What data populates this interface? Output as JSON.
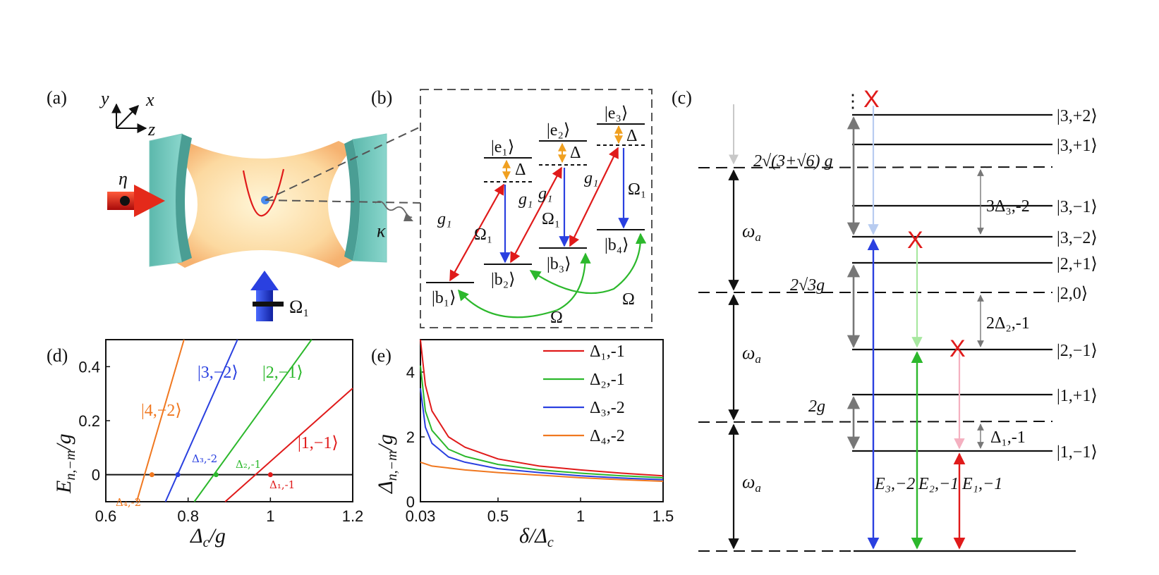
{
  "panels": {
    "a": "(a)",
    "b": "(b)",
    "c": "(c)",
    "d": "(d)",
    "e": "(e)"
  },
  "panel_a": {
    "axis_y": "y",
    "axis_x": "x",
    "axis_z": "z",
    "eta": "η",
    "kappa": "κ",
    "omega1": "Ω₁"
  },
  "panel_b": {
    "e1": "|e₁⟩",
    "e2": "|e₂⟩",
    "e3": "|e₃⟩",
    "b1": "|b₁⟩",
    "b2": "|b₂⟩",
    "b3": "|b₃⟩",
    "b4": "|b₄⟩",
    "g1": "g₁",
    "omega1": "Ω₁",
    "delta": "Δ",
    "omega": "Ω"
  },
  "panel_c": {
    "levels": [
      "|3,+2⟩",
      "|3,+1⟩",
      "|3,−1⟩",
      "|3,−2⟩",
      "|2,+1⟩",
      "|2,0⟩",
      "|2,−1⟩",
      "|1,+1⟩",
      "|1,−1⟩"
    ],
    "omega_a": "ω",
    "omega_a_sub": "a",
    "split_3": "2√(3+√6) g",
    "split_2": "2√3g",
    "split_1": "2g",
    "delta_3": "3Δ₃,-2",
    "delta_2": "2Δ₂,-1",
    "delta_1": "Δ₁,-1",
    "E3": "E₃,−2",
    "E2": "E₂,−1",
    "E1": "E₁,−1",
    "blocked": "X"
  },
  "chart_data": [
    {
      "type": "line",
      "panel": "d",
      "xlabel": "Δc/g",
      "ylabel": "En,−m/g",
      "xlim": [
        0.6,
        1.2
      ],
      "ylim": [
        -0.1,
        0.5
      ],
      "xticks": [
        "0.6",
        "0.8",
        "1",
        "1.2"
      ],
      "yticks": [
        "0",
        "0.2",
        "0.4"
      ],
      "series": [
        {
          "name": "|4,−2⟩",
          "color": "#f07820",
          "x": [
            0.675,
            0.79
          ],
          "y": [
            -0.1,
            0.5
          ],
          "zero": "Δ4,-2",
          "zero_x": 0.712
        },
        {
          "name": "|3,−2⟩",
          "color": "#2a40e0",
          "x": [
            0.745,
            0.92
          ],
          "y": [
            -0.1,
            0.5
          ],
          "zero": "Δ3,-2",
          "zero_x": 0.775
        },
        {
          "name": "|2,−1⟩",
          "color": "#2cb82c",
          "x": [
            0.815,
            1.1
          ],
          "y": [
            -0.1,
            0.5
          ],
          "zero": "Δ2,-1",
          "zero_x": 0.868
        },
        {
          "name": "|1,−1⟩",
          "color": "#e01a1a",
          "x": [
            0.89,
            1.2
          ],
          "y": [
            -0.1,
            0.32
          ],
          "zero": "Δ1,-1",
          "zero_x": 1.0
        }
      ]
    },
    {
      "type": "line",
      "panel": "e",
      "xlabel": "δ/Δc",
      "ylabel": "Δn,−m/g",
      "xlim": [
        0.03,
        1.5
      ],
      "ylim": [
        0,
        5
      ],
      "xticks": [
        "0.03",
        "0.5",
        "1",
        "1.5"
      ],
      "yticks": [
        "0",
        "2",
        "4"
      ],
      "series": [
        {
          "name": "Δ1,-1",
          "color": "#e01a1a",
          "x": [
            0.03,
            0.06,
            0.1,
            0.2,
            0.3,
            0.5,
            0.75,
            1.0,
            1.25,
            1.5
          ],
          "y": [
            5.0,
            3.6,
            2.8,
            2.0,
            1.68,
            1.32,
            1.1,
            0.98,
            0.88,
            0.8
          ]
        },
        {
          "name": "Δ2,-1",
          "color": "#2cb82c",
          "x": [
            0.03,
            0.06,
            0.1,
            0.2,
            0.3,
            0.5,
            0.75,
            1.0,
            1.25,
            1.5
          ],
          "y": [
            4.2,
            2.8,
            2.2,
            1.62,
            1.4,
            1.15,
            0.98,
            0.88,
            0.8,
            0.74
          ]
        },
        {
          "name": "Δ3,-2",
          "color": "#2a40e0",
          "x": [
            0.03,
            0.06,
            0.1,
            0.2,
            0.3,
            0.5,
            0.75,
            1.0,
            1.25,
            1.5
          ],
          "y": [
            3.5,
            2.3,
            1.8,
            1.38,
            1.22,
            1.02,
            0.9,
            0.8,
            0.73,
            0.68
          ]
        },
        {
          "name": "Δ4,-2",
          "color": "#f07820",
          "x": [
            0.03,
            0.1,
            0.3,
            0.5,
            0.75,
            1.0,
            1.25,
            1.5
          ],
          "y": [
            1.22,
            1.1,
            0.98,
            0.9,
            0.82,
            0.74,
            0.68,
            0.63
          ]
        }
      ]
    }
  ],
  "legend_e": [
    "Δ₁,-1",
    "Δ₂,-1",
    "Δ₃,-2",
    "Δ₄,-2"
  ],
  "labels_d": {
    "s4": "|4,−2⟩",
    "s3": "|3,−2⟩",
    "s2": "|2,−1⟩",
    "s1": "|1,−1⟩",
    "z4": "Δ₄,-2",
    "z3": "Δ₃,-2",
    "z2": "Δ₂,-1",
    "z1": "Δ₁,-1"
  }
}
